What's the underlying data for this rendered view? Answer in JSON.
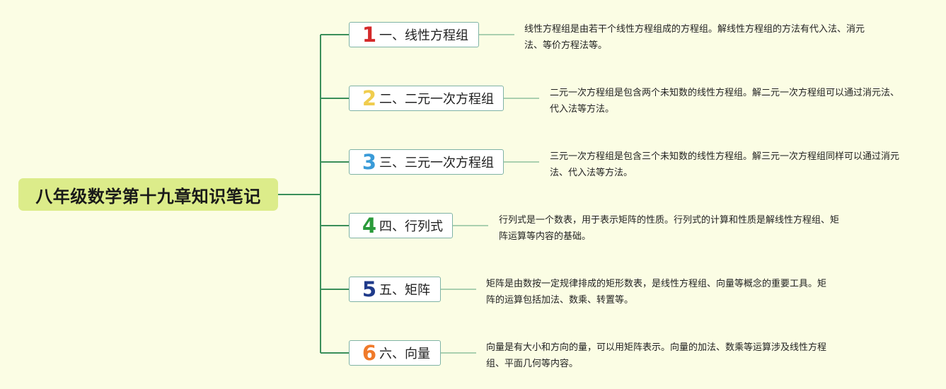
{
  "root": {
    "title": "八年级数学第十九章知识笔记"
  },
  "colors": {
    "background": "#fbfde4",
    "root_fill": "#dcec8a",
    "connector": "#3a8f5a",
    "topic_border": "#7fb3a5",
    "note_line": "#8fc29d"
  },
  "topics": [
    {
      "number": "1",
      "number_color": "#d42a2a",
      "label": "一、线性方程组",
      "note": "线性方程组是由若干个线性方程组成的方程组。解线性方程组的方法有代入法、消元法、等价方程法等。"
    },
    {
      "number": "2",
      "number_color": "#f0cd4e",
      "label": "二、二元一次方程组",
      "note": "二元一次方程组是包含两个未知数的线性方程组。解二元一次方程组可以通过消元法、代入法等方法。"
    },
    {
      "number": "3",
      "number_color": "#3a9bd8",
      "label": "三、三元一次方程组",
      "note": "三元一次方程组是包含三个未知数的线性方程组。解三元一次方程组同样可以通过消元法、代入法等方法。"
    },
    {
      "number": "4",
      "number_color": "#2a9a3a",
      "label": "四、行列式",
      "note": "行列式是一个数表，用于表示矩阵的性质。行列式的计算和性质是解线性方程组、矩阵运算等内容的基础。"
    },
    {
      "number": "5",
      "number_color": "#1f3a8a",
      "label": "五、矩阵",
      "note": "矩阵是由数按一定规律排成的矩形数表，是线性方程组、向量等概念的重要工具。矩阵的运算包括加法、数乘、转置等。"
    },
    {
      "number": "6",
      "number_color": "#f07a2a",
      "label": "六、向量",
      "note": "向量是有大小和方向的量，可以用矩阵表示。向量的加法、数乘等运算涉及线性方程组、平面几何等内容。"
    }
  ]
}
